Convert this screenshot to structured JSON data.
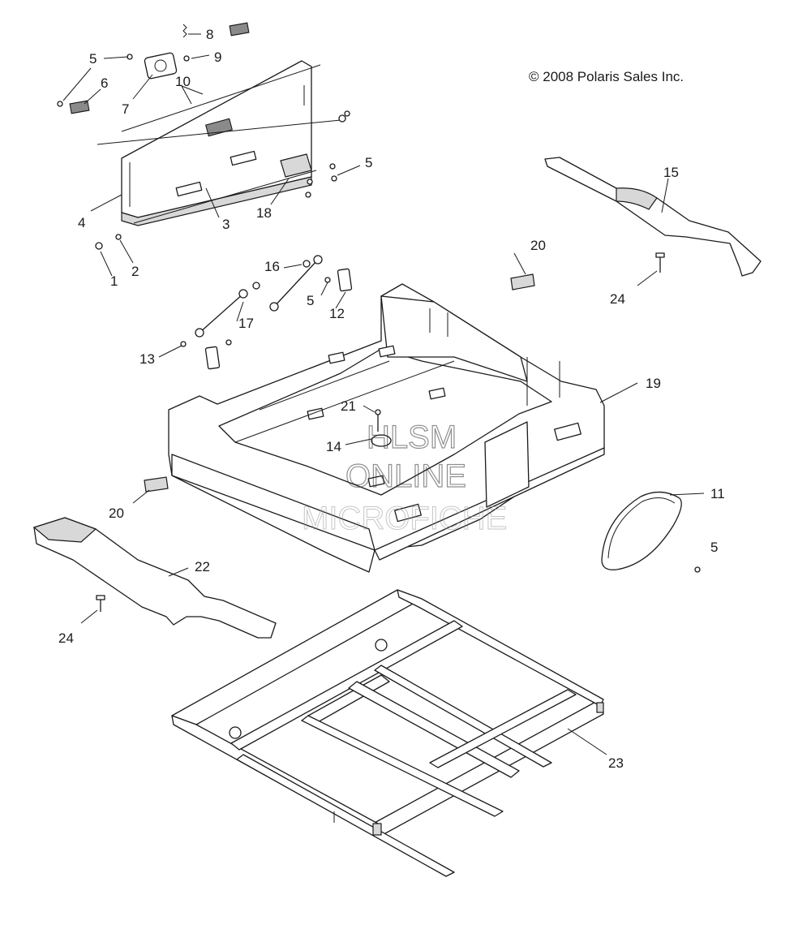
{
  "copyright": "© 2008 Polaris Sales Inc.",
  "watermark": {
    "line1": "HLSM",
    "line2": "ONLINE",
    "line3": "MICROFICHE"
  },
  "callouts": [
    "1",
    "2",
    "3",
    "4",
    "5",
    "6",
    "7",
    "8",
    "9",
    "10",
    "11",
    "12",
    "13",
    "14",
    "15",
    "16",
    "17",
    "18",
    "19",
    "20",
    "21",
    "22",
    "23",
    "24"
  ]
}
